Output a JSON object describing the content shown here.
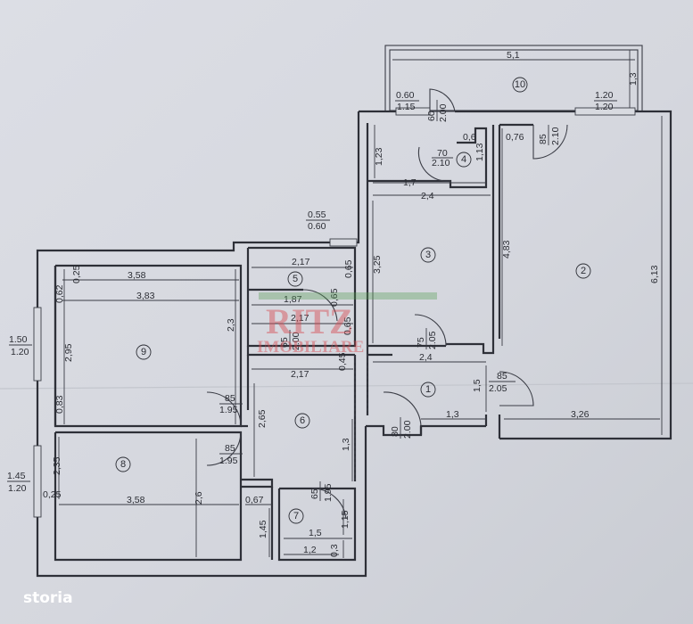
{
  "brand": {
    "name": "storia"
  },
  "watermark": {
    "line1": "RITZ",
    "line2": "IMOBILIARE"
  },
  "rooms": [
    {
      "num": "1"
    },
    {
      "num": "2"
    },
    {
      "num": "3"
    },
    {
      "num": "4"
    },
    {
      "num": "5"
    },
    {
      "num": "6"
    },
    {
      "num": "7"
    },
    {
      "num": "8"
    },
    {
      "num": "9"
    },
    {
      "num": "10"
    }
  ],
  "dims": {
    "balcony_width": "5,1",
    "balcony_depth": "1,3",
    "win_top_left_w": "0.60",
    "win_top_left_h": "1.15",
    "door_4_ext_w": "60",
    "door_4_ext_h": "2.00",
    "win_top_right_w": "1.20",
    "win_top_right_h": "1.20",
    "r4_w": "0,6",
    "r4_mid": "0,76",
    "door_2_w": "85",
    "door_2_h": "2.10",
    "door_4_w": "70",
    "door_4_h": "2.10",
    "r4_h": "1,13",
    "r3_top": "1,23",
    "r3_hall": "1,7",
    "r3_w": "2,4",
    "r2_h": "4,83",
    "r2_total": "6,13",
    "win_5_w": "0.55",
    "win_5_h": "0.60",
    "r3_h": "3,25",
    "r5_w_top": "2,17",
    "r5_small": "0,65",
    "r9_top_small": "0,25",
    "r9_w": "3,58",
    "r9_w2": "3,83",
    "r9_left": "0,62",
    "r5_w_mid": "1,87",
    "r5_door": "0,65",
    "r9_h": "2,3",
    "r5_w_bot": "2,17",
    "door_5_w": "65",
    "door_5_h": "2.00",
    "r5_side": "0,65",
    "door_3_w": "75",
    "door_3_h": "2.05",
    "win_9_w": "1.50",
    "win_9_h": "1.20",
    "r9_h2": "2,95",
    "r6_w": "2,17",
    "r6_gap": "0,45",
    "r1_w": "2,4",
    "door_1_w": "85",
    "door_1_h": "2.05",
    "r1_h": "1,5",
    "r9_bot": "0,83",
    "door_9_w": "85",
    "door_9_h": "1.95",
    "r6_h": "2,65",
    "r1_w2": "1,3",
    "r2_bot": "3,26",
    "entry_w": "80",
    "entry_h": "2.00",
    "r6_h2": "1,3",
    "door_8_w": "85",
    "door_8_h": "1.95",
    "r8_h": "2,35",
    "r8_h2": "2,6",
    "win_8_w": "1.45",
    "win_8_h": "1.20",
    "r8_small": "0,25",
    "r8_w": "3,58",
    "r8_gap": "0,67",
    "door_7_w": "65",
    "door_7_h": "1.95",
    "r7_h": "1,15",
    "r8_h3": "1,45",
    "r7_w": "1,5",
    "r7_w2": "1,2",
    "r7_small": "0,3"
  }
}
